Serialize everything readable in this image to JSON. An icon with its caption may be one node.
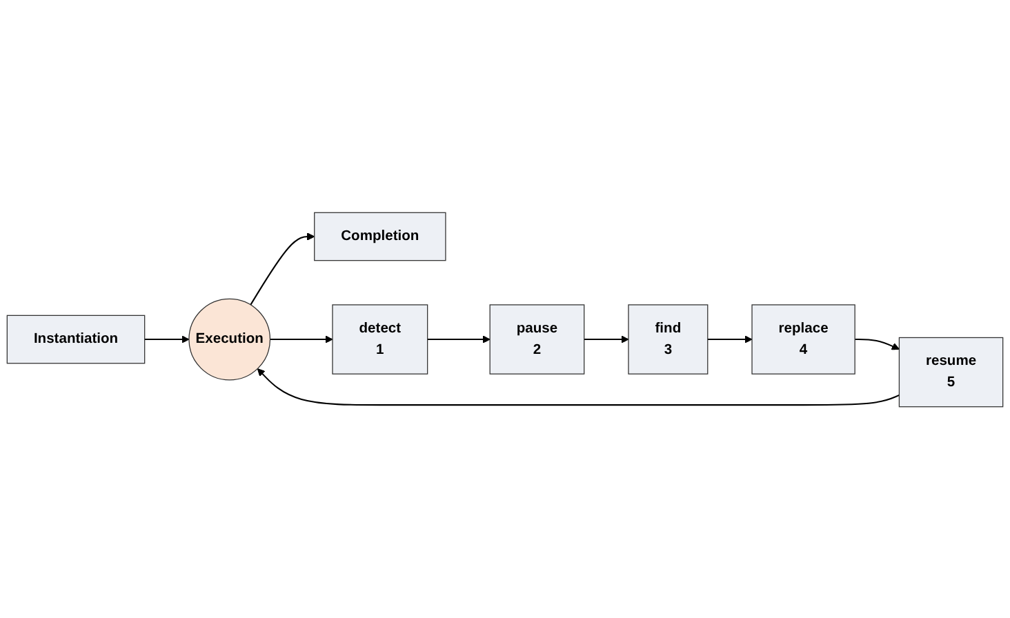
{
  "diagram": {
    "nodes": [
      {
        "text": [
          "Instantiation"
        ]
      },
      {
        "text": [
          "Execution"
        ]
      },
      {
        "text": [
          "Completion"
        ]
      },
      {
        "text": [
          "detect",
          "1"
        ]
      },
      {
        "text": [
          "pause",
          "2"
        ]
      },
      {
        "text": [
          "find",
          "3"
        ]
      },
      {
        "text": [
          "replace",
          "4"
        ]
      },
      {
        "text": [
          "resume",
          "5"
        ]
      }
    ],
    "edges": [
      {
        "from": 0,
        "to": 1,
        "arrow": "to"
      },
      {
        "from": 1,
        "to": 2,
        "arrow": "to"
      },
      {
        "from": 1,
        "to": 3,
        "arrow": "to"
      },
      {
        "from": 3,
        "to": 4,
        "arrow": "to"
      },
      {
        "from": 4,
        "to": 5,
        "arrow": "to"
      },
      {
        "from": 5,
        "to": 6,
        "arrow": "to"
      },
      {
        "from": 6,
        "to": 7,
        "arrow": "to"
      },
      {
        "from": 7,
        "to": 1,
        "arrow": "to"
      }
    ]
  }
}
